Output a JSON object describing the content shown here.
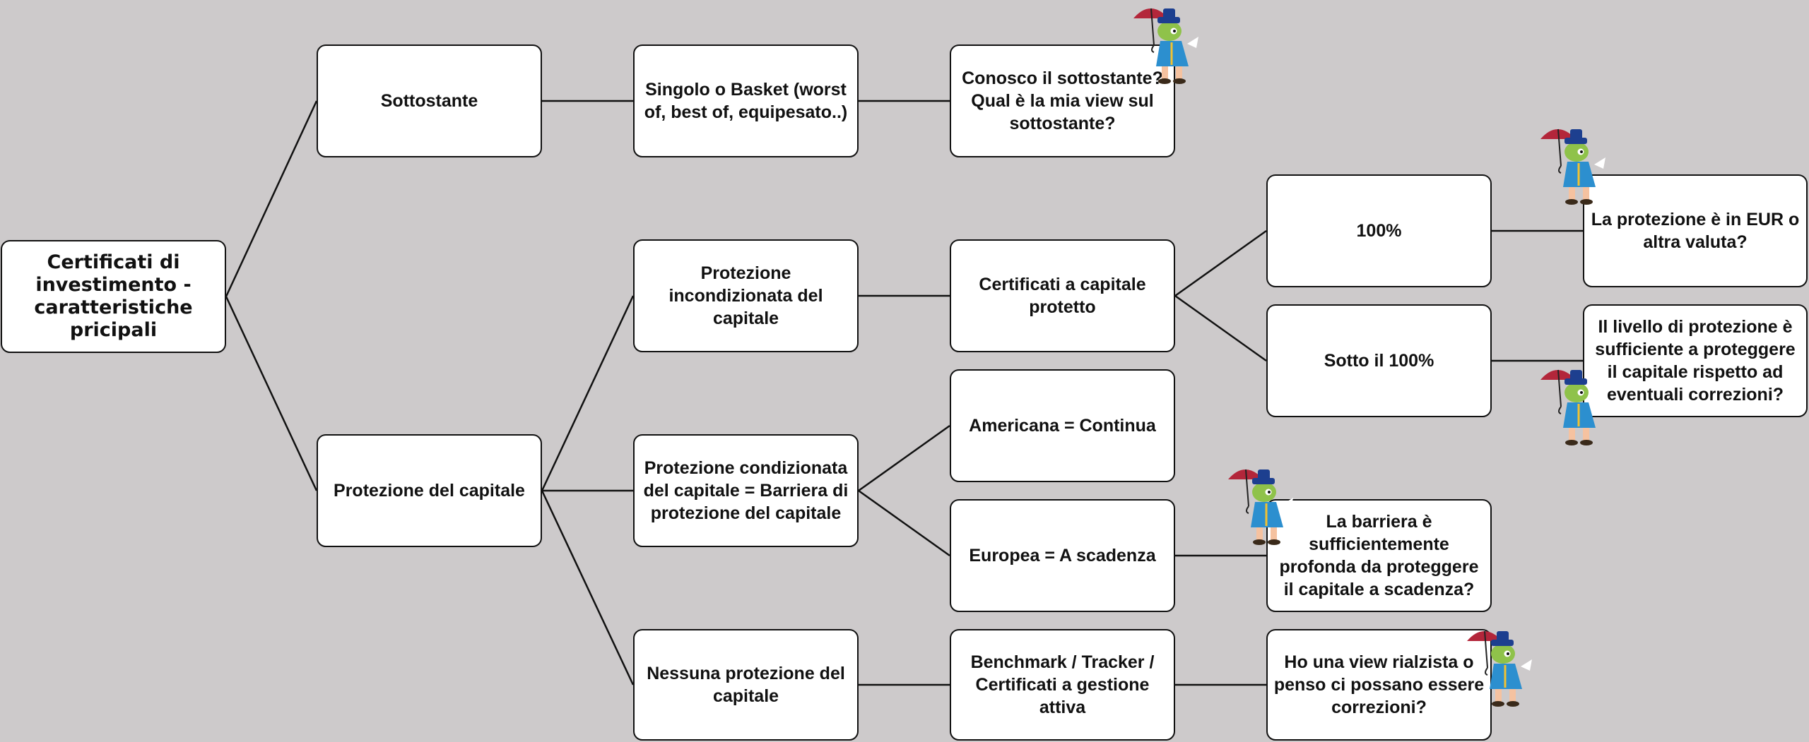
{
  "nodes": {
    "root": "Certificati di investimento - caratteristiche pricipali",
    "sottostante": "Sottostante",
    "protezione_capitale": "Protezione del capitale",
    "singolo_basket": "Singolo o Basket (worst of, best of,  equipesato..)",
    "conosco_sottostante": "Conosco il sottostante? Qual è la mia view sul sottostante?",
    "protezione_incondizionata": "Protezione incondizionata del capitale",
    "protezione_condizionata": "Protezione condizionata del capitale = Barriera di protezione del capitale",
    "nessuna_protezione": "Nessuna protezione del capitale",
    "certificati_protetto": "Certificati a capitale protetto",
    "americana": "Americana = Continua",
    "europea": "Europea = A scadenza",
    "benchmark": "Benchmark / Tracker / Certificati a gestione attiva",
    "cento": "100%",
    "sotto_cento": "Sotto il 100%",
    "barriera_question": "La barriera è sufficientemente profonda da proteggere il capitale a scadenza?",
    "view_question": "Ho una view rialzista o penso ci possano essere correzioni?",
    "eur_question": "La protezione è in EUR o altra valuta?",
    "livello_question": "Il livello di protezione è sufficiente a proteggere il capitale rispetto ad eventuali correzioni?"
  },
  "colors": {
    "background": "#cdcacb",
    "box_fill": "#ffffff",
    "box_border": "#111111",
    "umbrella": "#b3263a",
    "hat": "#1d3f8f",
    "coat": "#2c8fcf",
    "skin": "#8fc24a"
  },
  "decorations": {
    "mascot": "umbrella-mascot-icon"
  }
}
